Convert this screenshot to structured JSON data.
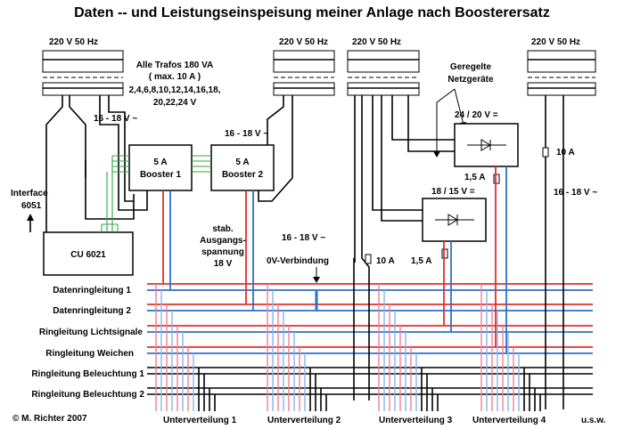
{
  "title": "Daten -- und Leistungseinspeisung meiner Anlage nach Boosterersatz",
  "mains": [
    "220 V 50 Hz",
    "220 V 50 Hz",
    "220 V 50 Hz",
    "220 V 50 Hz"
  ],
  "trafo_note": {
    "line1": "Alle Trafos 180 VA",
    "line2": "( max. 10 A )",
    "line3": "2,4,6,8,10,12,14,16,18,",
    "line4": "20,22,24 V"
  },
  "voltage_1": "16 - 18 V ~",
  "voltage_2": "16 - 18 V ~",
  "voltage_3": "16 - 18 V ~",
  "voltage_4": "16 - 18 V ~",
  "booster1": {
    "line1": "5 A",
    "line2": "Booster 1"
  },
  "booster2": {
    "line1": "5 A",
    "line2": "Booster 2"
  },
  "interface": {
    "line1": "Interface",
    "line2": "6051"
  },
  "cu": "CU 6021",
  "stab": {
    "line1": "stab.",
    "line2": "Ausgangs-",
    "line3": "spannung",
    "line4": "18 V"
  },
  "null_verbindung": "0V-Verbindung",
  "netzgeraete": {
    "line1": "Geregelte",
    "line2": "Netzgeräte"
  },
  "psu1": "24 / 20 V =",
  "psu2": "18 / 15 V =",
  "fuses": {
    "f10a_1": "10 A",
    "f10a_2": "10 A",
    "f15a_1": "1,5 A",
    "f15a_2": "1,5 A"
  },
  "rings": [
    "Datenringleitung 1",
    "Datenringleitung 2",
    "Ringleitung Lichtsignale",
    "Ringleitung Weichen",
    "Ringleitung Beleuchtung 1",
    "Ringleitung Beleuchtung 2"
  ],
  "sub": [
    "Unterverteilung 1",
    "Unterverteilung 2",
    "Unterverteilung 3",
    "Unterverteilung 4",
    "u.s.w."
  ],
  "copyright": "© M. Richter 2007",
  "colors": {
    "red": "#e0302a",
    "blue": "#2d6fd0",
    "green": "#2caa3a",
    "black": "#000000"
  }
}
